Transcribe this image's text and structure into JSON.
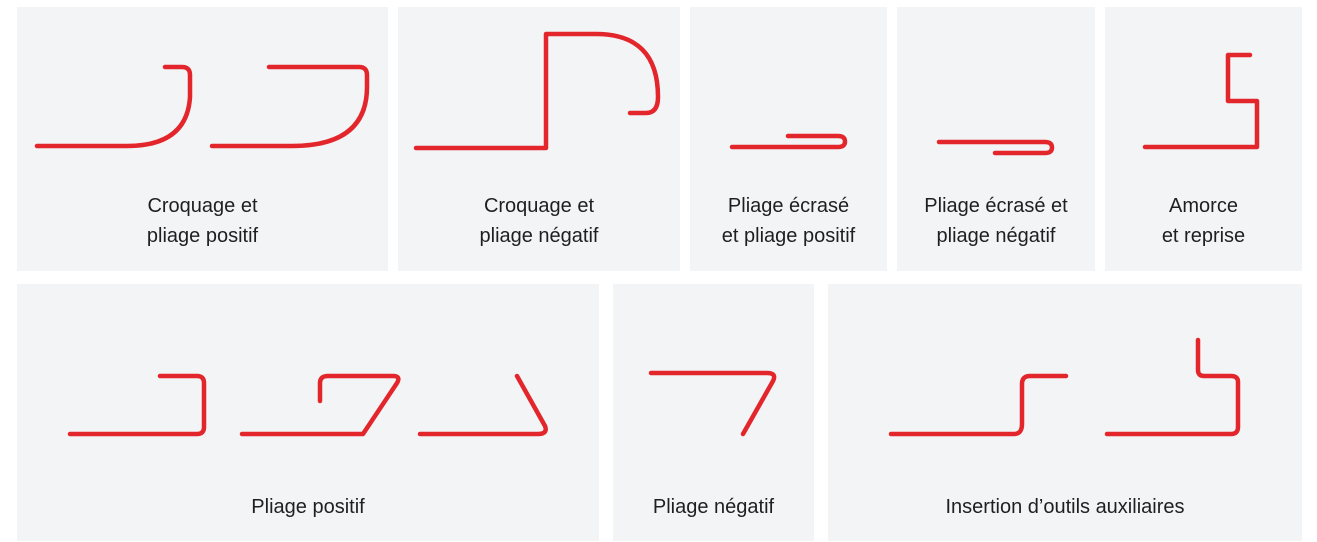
{
  "stroke_color": "#e3262b",
  "panel_background": "#f3f4f6",
  "text_color": "#1f1f1f",
  "panels": [
    {
      "lines": [
        "Croquage et",
        "pliage positif"
      ]
    },
    {
      "lines": [
        "Croquage et",
        "pliage négatif"
      ]
    },
    {
      "lines": [
        "Pliage écrasé",
        "et pliage positif"
      ]
    },
    {
      "lines": [
        "Pliage écrasé et",
        "pliage négatif"
      ]
    },
    {
      "lines": [
        "Amorce",
        "et reprise"
      ]
    },
    {
      "lines": [
        "Pliage positif"
      ]
    },
    {
      "lines": [
        "Pliage négatif"
      ]
    },
    {
      "lines": [
        "Insertion d’outils auxiliaires"
      ]
    }
  ]
}
